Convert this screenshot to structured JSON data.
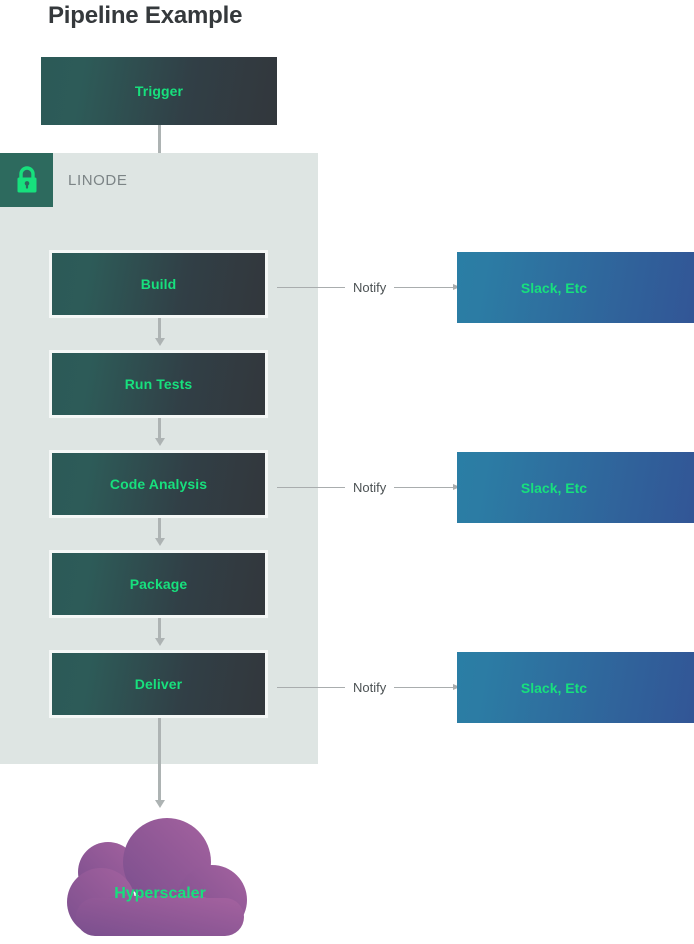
{
  "page": {
    "title": "Pipeline Example"
  },
  "container": {
    "name": "LINODE",
    "lock_icon": "lock-icon",
    "badge_color": "#2d6a5e",
    "panel_color": "#dee5e3",
    "lock_glyph_color": "#17e07d"
  },
  "colors": {
    "stage_gradient_start": "#2c5a57",
    "stage_gradient_end": "#32373c",
    "stage_text": "#17e07d",
    "notify_gradient_start": "#2a7ea5",
    "notify_gradient_end": "#325596",
    "cloud_gradient_start": "#a0609d",
    "cloud_gradient_end": "#7a4f8e",
    "connector": "#adb3b3",
    "title_text": "#35393c",
    "label_text": "#7c8486"
  },
  "trigger": {
    "label": "Trigger"
  },
  "stages": [
    {
      "label": "Build"
    },
    {
      "label": "Run Tests"
    },
    {
      "label": "Code Analysis"
    },
    {
      "label": "Package"
    },
    {
      "label": "Deliver"
    }
  ],
  "notifications": [
    {
      "link_label": "Notify",
      "target_label": "Slack, Etc"
    },
    {
      "link_label": "Notify",
      "target_label": "Slack, Etc"
    },
    {
      "link_label": "Notify",
      "target_label": "Slack, Etc"
    }
  ],
  "cloud": {
    "label": "Hyperscaler"
  }
}
